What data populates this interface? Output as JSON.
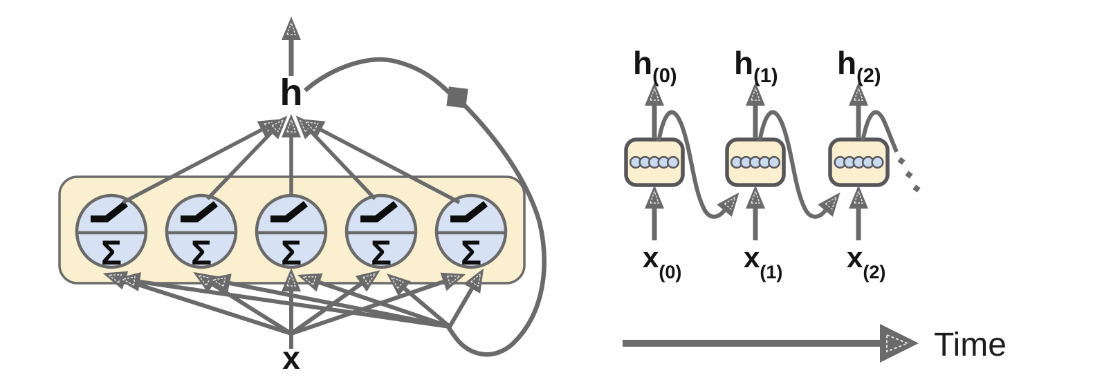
{
  "left_diagram": {
    "description": "recurrent-neuron-layer",
    "output_label": "h",
    "input_label": "x",
    "sigma_symbol": "Σ",
    "neuron_count": 5,
    "icons": [
      "relu-activation-icon",
      "sum-symbol",
      "delay-square-icon"
    ]
  },
  "right_diagram": {
    "description": "unrolled-through-time",
    "cells": [
      {
        "output_main": "h",
        "output_sub": "(0)",
        "input_main": "x",
        "input_sub": "(0)"
      },
      {
        "output_main": "h",
        "output_sub": "(1)",
        "input_main": "x",
        "input_sub": "(1)"
      },
      {
        "output_main": "h",
        "output_sub": "(2)",
        "input_main": "x",
        "input_sub": "(2)"
      }
    ],
    "time_label": "Time",
    "state_dots_per_cell": 5
  },
  "colors": {
    "wire_gray": "#6a6a6a",
    "layer_box_fill": "#FAF0CF",
    "layer_box_border": "#6b6b6b",
    "cell_border": "#56565a",
    "neuron_fill": "#D6E2F3",
    "state_dot_fill": "#CBDBEF",
    "text_black": "#141414"
  }
}
